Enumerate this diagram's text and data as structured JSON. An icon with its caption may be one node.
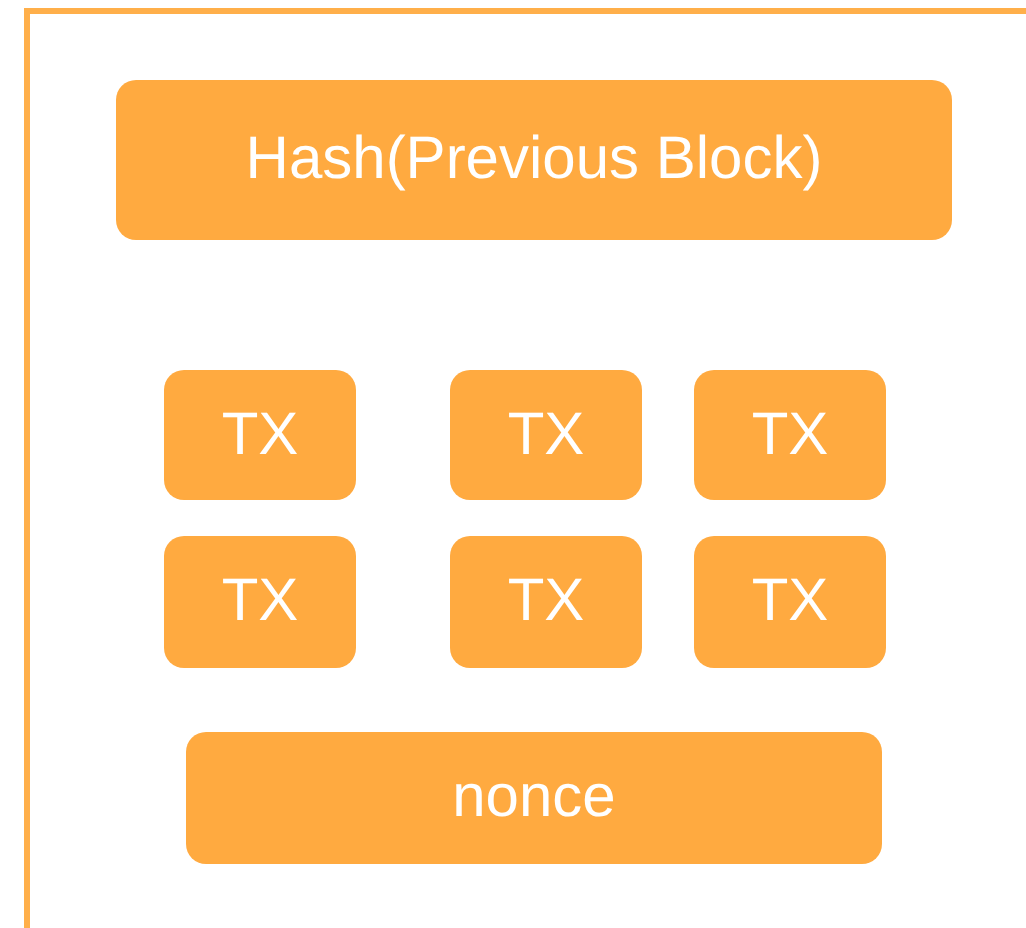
{
  "diagram": {
    "nodes": [
      {
        "text": [],
        "shape": "box"
      },
      {
        "text": [
          "Hash(Previous Block)"
        ],
        "in": 0
      },
      {
        "text": [
          "TX"
        ],
        "in": 0
      },
      {
        "text": [
          "TX"
        ],
        "in": 0
      },
      {
        "text": [
          "TX"
        ],
        "in": 0
      },
      {
        "text": [
          "TX"
        ],
        "in": 0
      },
      {
        "text": [
          "TX"
        ],
        "in": 0
      },
      {
        "text": [
          "TX"
        ],
        "in": 0
      },
      {
        "text": [
          "nonce"
        ],
        "in": 0
      }
    ]
  }
}
